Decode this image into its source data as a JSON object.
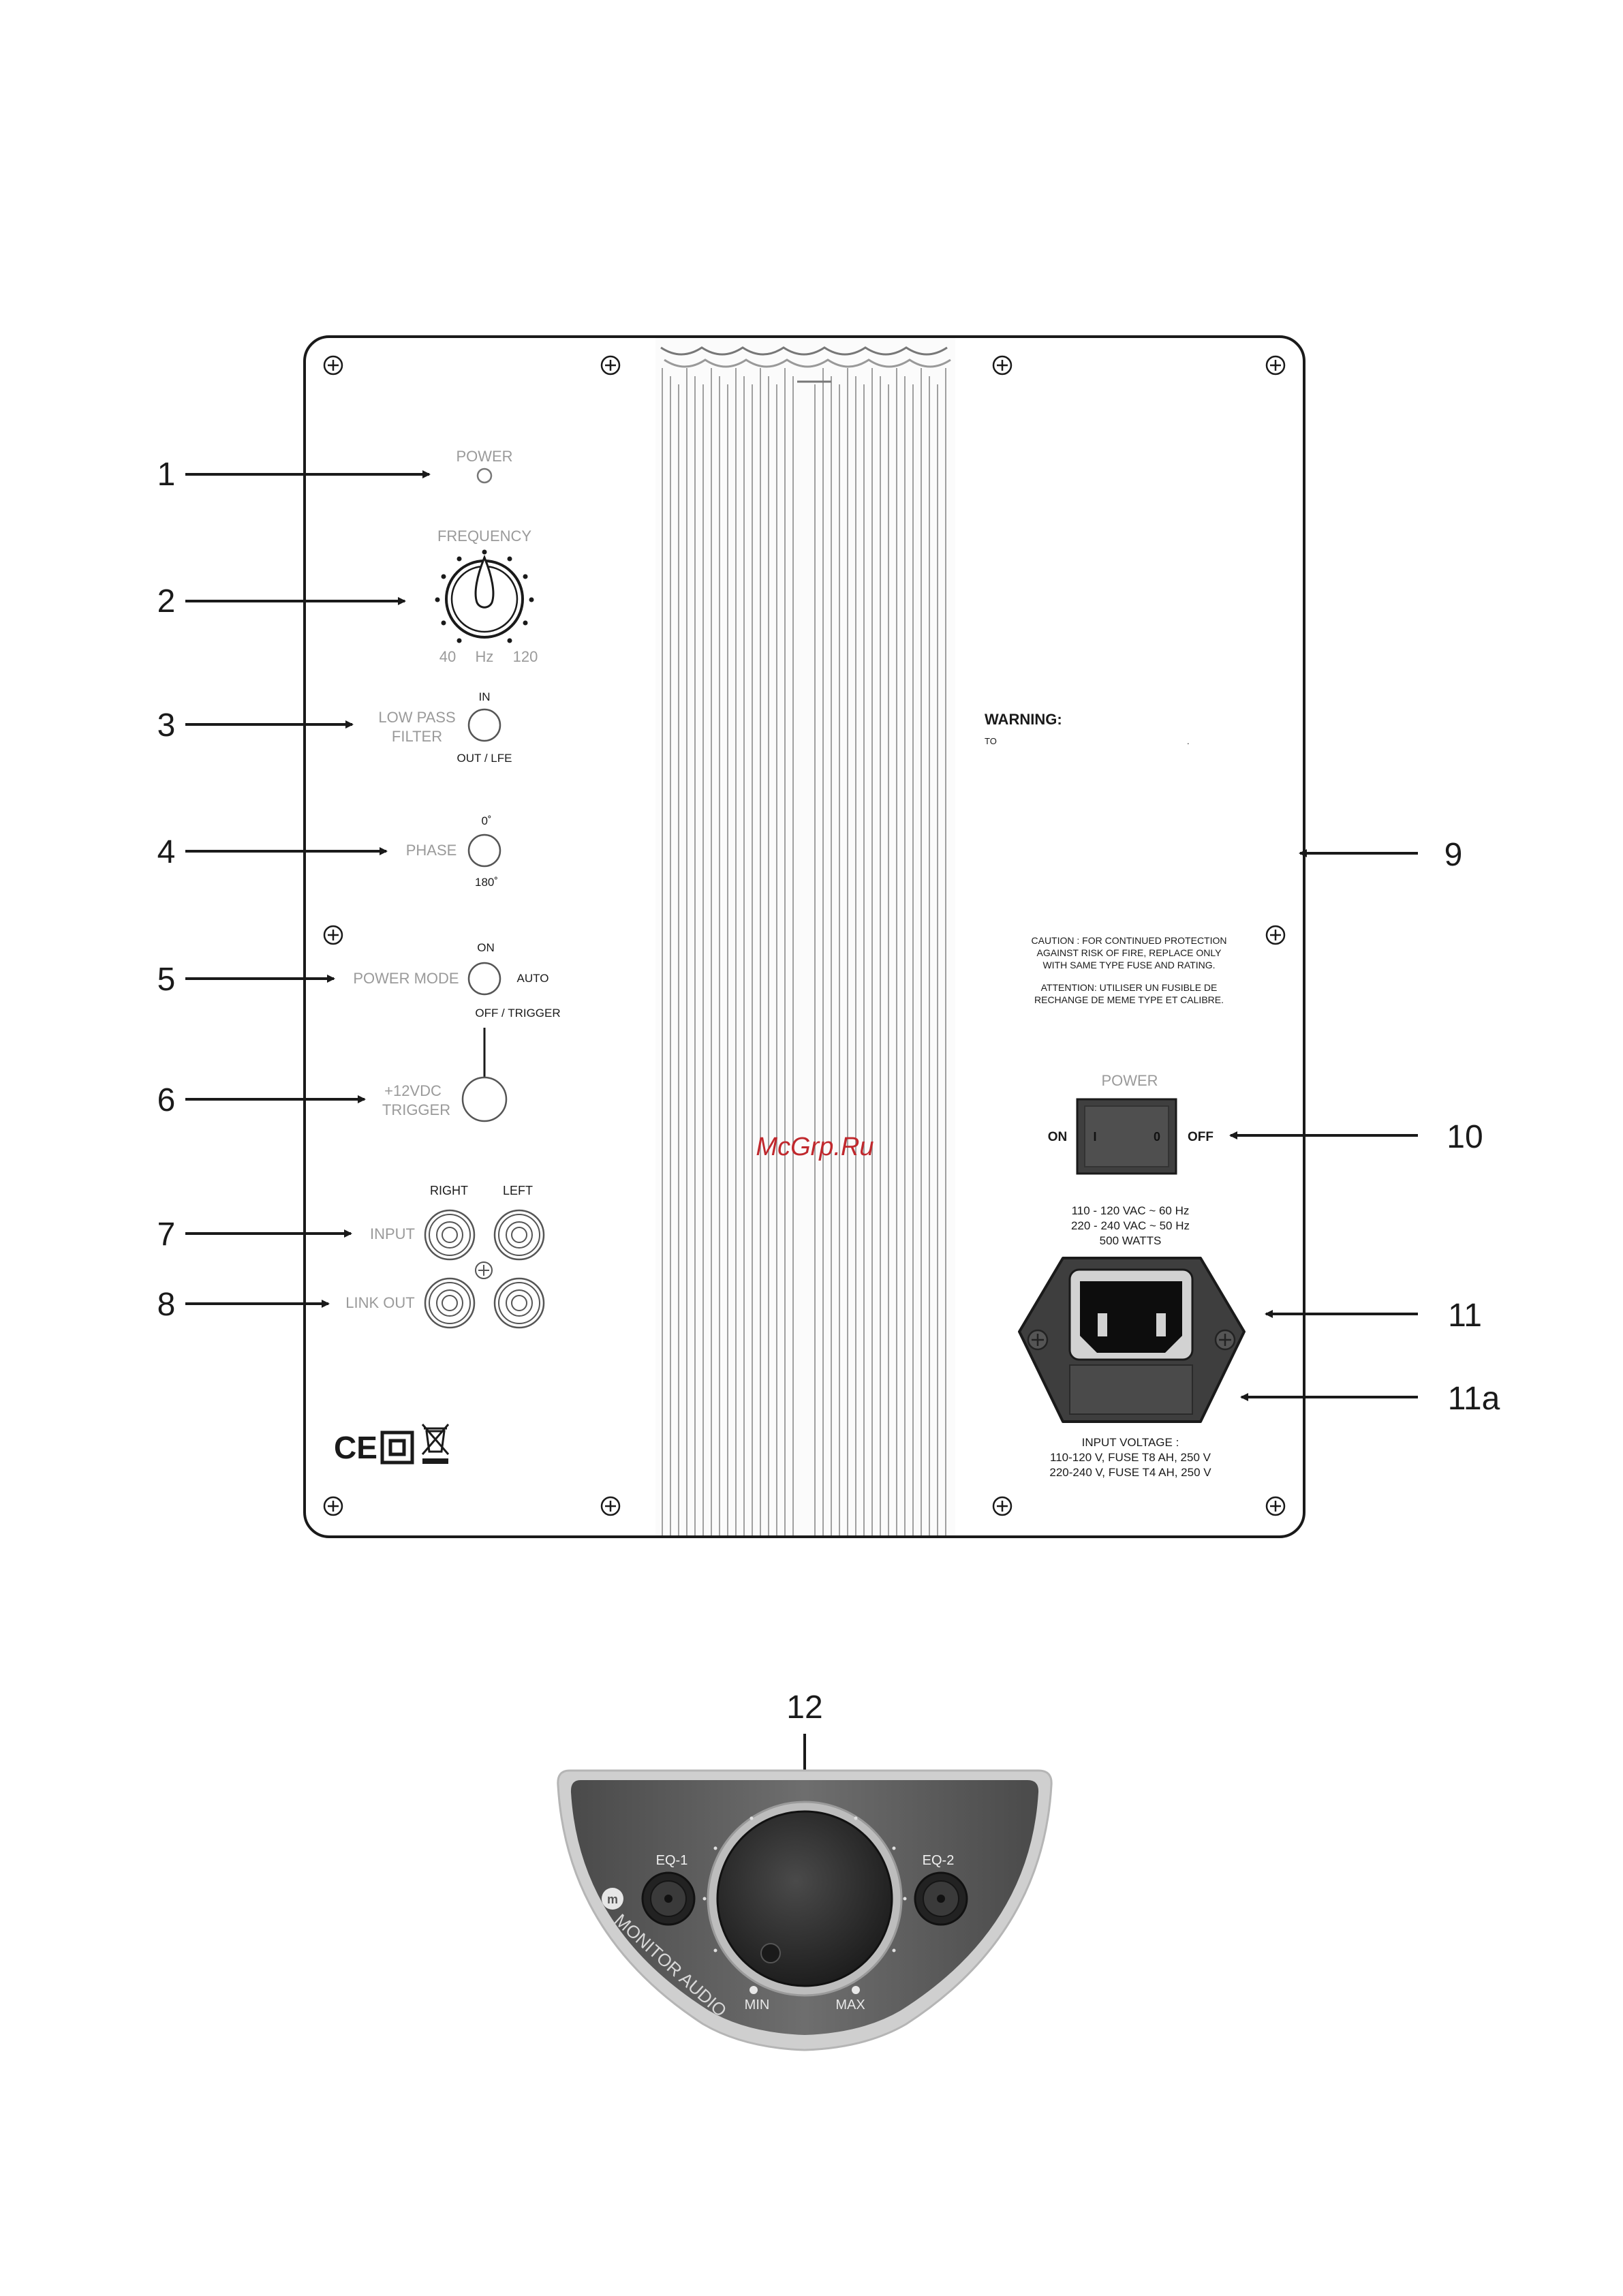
{
  "callouts": {
    "n1": "1",
    "n2": "2",
    "n3": "3",
    "n4": "4",
    "n5": "5",
    "n6": "6",
    "n7": "7",
    "n8": "8",
    "n9": "9",
    "n10": "10",
    "n11": "11",
    "n11a": "11a",
    "n12": "12"
  },
  "left_panel": {
    "power_led_label": "POWER",
    "frequency_label": "FREQUENCY",
    "freq_min": "40",
    "freq_unit": "Hz",
    "freq_max": "120",
    "lpf_label_1": "LOW PASS",
    "lpf_label_2": "FILTER",
    "lpf_in": "IN",
    "lpf_out": "OUT / LFE",
    "phase_label": "PHASE",
    "phase_0": "0˚",
    "phase_180": "180˚",
    "power_mode_label": "POWER MODE",
    "power_mode_on": "ON",
    "power_mode_auto": "AUTO",
    "power_mode_off": "OFF / TRIGGER",
    "trigger_label_1": "+12VDC",
    "trigger_label_2": "TRIGGER",
    "input_right": "RIGHT",
    "input_left": "LEFT",
    "input_label": "INPUT",
    "link_out_label": "LINK OUT",
    "cert_ce": "CE"
  },
  "right_panel": {
    "warning_title": "WARNING:",
    "warning_text": "TO",
    "warning_dot": ".",
    "caution_1": "CAUTION : FOR CONTINUED PROTECTION",
    "caution_2": "AGAINST RISK OF FIRE, REPLACE ONLY",
    "caution_3": "WITH SAME TYPE FUSE AND RATING.",
    "attention_1": "ATTENTION: UTILISER UN FUSIBLE DE",
    "attention_2": "RECHANGE DE MEME TYPE ET CALIBRE.",
    "power_switch_label": "POWER",
    "switch_on": "ON",
    "switch_off": "OFF",
    "switch_i": "I",
    "switch_o": "0",
    "rating_1": "110 - 120 VAC ~ 60 Hz",
    "rating_2": "220 - 240 VAC ~ 50 Hz",
    "rating_3": "500 WATTS",
    "fuse_1": "INPUT VOLTAGE :",
    "fuse_2": "110-120 V, FUSE T8 AH, 250 V",
    "fuse_3": "220-240 V, FUSE T4 AH, 250 V"
  },
  "watermark": "McGrp.Ru",
  "controller": {
    "eq1": "EQ-1",
    "eq2": "EQ-2",
    "min": "MIN",
    "max": "MAX",
    "brand": "MONITOR AUDIO"
  },
  "colors": {
    "line": "#1a1a1a",
    "light_text": "#9a9a9a",
    "watermark": "#c0282d",
    "controller_body": "#5a5a5a"
  }
}
